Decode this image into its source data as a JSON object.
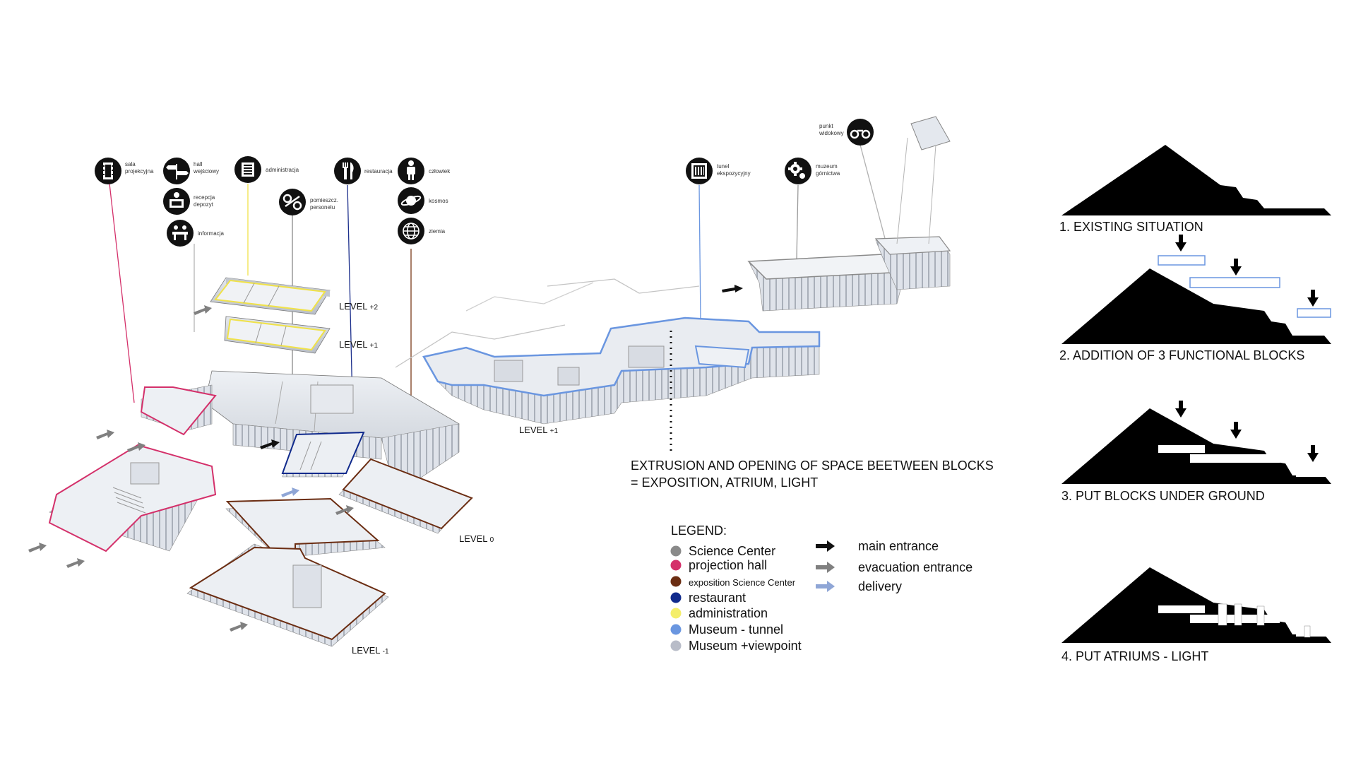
{
  "icons": [
    {
      "key": "sala",
      "label1": "sala",
      "label2": "projekcyjna",
      "line": "#d4306a"
    },
    {
      "key": "hall",
      "label1": "hall",
      "label2": "wejściowy"
    },
    {
      "key": "recepcja",
      "label1": "recepcja",
      "label2": "depozyt"
    },
    {
      "key": "informacja",
      "label1": "informacja",
      "label2": ""
    },
    {
      "key": "administracja",
      "label1": "administracja",
      "label2": "",
      "line": "#f2e64a"
    },
    {
      "key": "pomieszcz",
      "label1": "pomieszcz.",
      "label2": "personelu"
    },
    {
      "key": "restauracja",
      "label1": "restauracja",
      "label2": "",
      "line": "#1c2f8c"
    },
    {
      "key": "czlowiek",
      "label1": "człowiek",
      "label2": ""
    },
    {
      "key": "kosmos",
      "label1": "kosmos",
      "label2": ""
    },
    {
      "key": "ziemia",
      "label1": "ziemia",
      "label2": "",
      "line": "#7a3b1a"
    },
    {
      "key": "tunel",
      "label1": "tunel",
      "label2": "ekspozycyjny",
      "line": "#6a96e0"
    },
    {
      "key": "muzeum",
      "label1": "muzeum",
      "label2": "górnictwa"
    },
    {
      "key": "punkt",
      "label1": "punkt",
      "label2": "widokowy"
    }
  ],
  "levels": {
    "level_p2": {
      "text": "LEVEL",
      "num": "+2"
    },
    "level_p1_left": {
      "text": "LEVEL",
      "num": "+1"
    },
    "level_p1_mid": {
      "text": "LEVEL",
      "num": "+1"
    },
    "level_0": {
      "text": "LEVEL",
      "num": "0"
    },
    "level_m1": {
      "text": "LEVEL",
      "num": "-1"
    }
  },
  "extrusion": {
    "line1": "EXTRUSION AND OPENING OF SPACE BEETWEEN BLOCKS",
    "line2": "= EXPOSITION, ATRIUM, LIGHT"
  },
  "legend": {
    "title": "LEGEND:",
    "items": [
      {
        "label": "Science Center",
        "color": "#8a8a8a",
        "small": false
      },
      {
        "label": "projection hall",
        "color": "#d4306a",
        "small": false
      },
      {
        "label": "exposition Science Center",
        "color": "#6b2d12",
        "small": true
      },
      {
        "label": "restaurant",
        "color": "#102a8c",
        "small": false
      },
      {
        "label": "administration",
        "color": "#f4ee6a",
        "small": false
      },
      {
        "label": "Museum - tunnel",
        "color": "#6a96e0",
        "small": false
      },
      {
        "label": "Museum +viewpoint",
        "color": "#b8bcc8",
        "small": false
      }
    ],
    "arrows": [
      {
        "label": "main entrance",
        "color": "#111111"
      },
      {
        "label": "evacuation entrance",
        "color": "#808080"
      },
      {
        "label": "delivery",
        "color": "#8fa6d6"
      }
    ]
  },
  "steps": [
    {
      "label": "1. EXISTING SITUATION"
    },
    {
      "label": "2. ADDITION OF 3 FUNCTIONAL BLOCKS"
    },
    {
      "label": "3. PUT BLOCKS UNDER GROUND"
    },
    {
      "label": "4. PUT ATRIUMS - LIGHT"
    }
  ]
}
